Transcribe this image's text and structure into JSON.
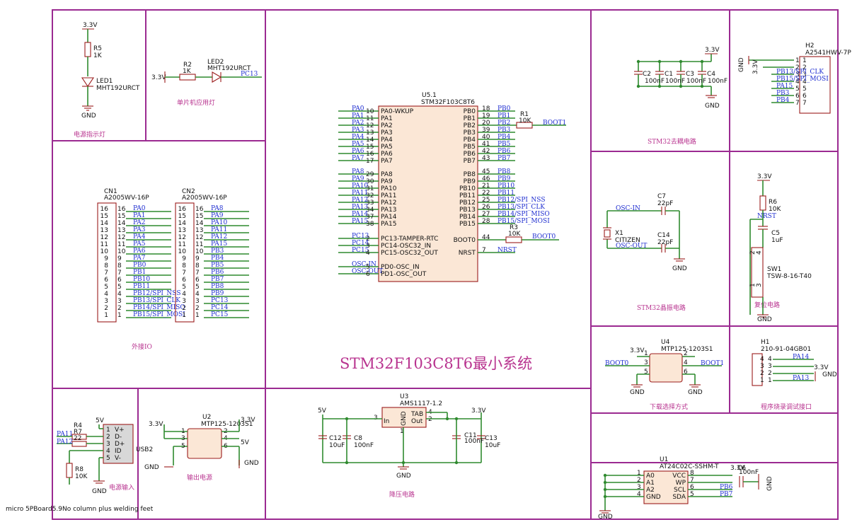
{
  "main_title": "STM32F103C8T6最小系统",
  "footnote": "micro 5PBoard5.9No column plus welding feet",
  "sections": {
    "power_led": "电源指示灯",
    "mcu_led": "单片机应用灯",
    "io": "外接IO",
    "decoupling": "STM32去耦电路",
    "crystal": "STM32晶振电路",
    "reset": "复位电路",
    "boot": "下载选择方式",
    "swd": "程序烧录调试接口",
    "power_in": "电源输入",
    "out_power": "输出电源",
    "ldo": "降压电路"
  },
  "components": {
    "r5": {
      "ref": "R5",
      "value": "1K"
    },
    "led1": {
      "ref": "LED1",
      "value": "MHT192URCT"
    },
    "r2": {
      "ref": "R2",
      "value": "1K"
    },
    "led2": {
      "ref": "LED2",
      "value": "MHT192URCT"
    },
    "u5": {
      "ref": "U5.1",
      "value": "STM32F103C8T6"
    },
    "r1": {
      "ref": "R1",
      "value": "10K"
    },
    "r3": {
      "ref": "R3",
      "value": "10K"
    },
    "cn1": {
      "ref": "CN1",
      "value": "A2005WV-16P"
    },
    "cn2": {
      "ref": "CN2",
      "value": "A2005WV-16P"
    },
    "c2": {
      "ref": "C2",
      "value": "100nF"
    },
    "c1": {
      "ref": "C1",
      "value": "100nF"
    },
    "c3": {
      "ref": "C3",
      "value": "100nF"
    },
    "c4": {
      "ref": "C4",
      "value": "100nF"
    },
    "h2": {
      "ref": "H2",
      "value": "A2541HWV-7P"
    },
    "c7": {
      "ref": "C7",
      "value": "22pF"
    },
    "c14": {
      "ref": "C14",
      "value": "22pF"
    },
    "x1": {
      "ref": "X1",
      "value": "CITIZEN"
    },
    "r6": {
      "ref": "R6",
      "value": "10K"
    },
    "c5": {
      "ref": "C5",
      "value": "1uF"
    },
    "sw1": {
      "ref": "SW1",
      "value": "TSW-8-16-T40"
    },
    "u4": {
      "ref": "U4",
      "value": "MTP125-1203S1"
    },
    "h1": {
      "ref": "H1",
      "value": "210-91-04GB01"
    },
    "u3": {
      "ref": "U3",
      "value": "AMS1117-1.2"
    },
    "c12": {
      "ref": "C12",
      "value": "10uF"
    },
    "c8": {
      "ref": "C8",
      "value": "100nF"
    },
    "c11": {
      "ref": "C11",
      "value": "100nF"
    },
    "c13": {
      "ref": "C13",
      "value": "10uF"
    },
    "r4": {
      "ref": "R4",
      "value": "R7"
    },
    "r7v": {
      "ref": "22",
      "value": "22"
    },
    "r8": {
      "ref": "R8",
      "value": "10K"
    },
    "usb2": {
      "ref": "USB2",
      "value": ""
    },
    "u2": {
      "ref": "U2",
      "value": "MTP125-1203S1"
    },
    "u1": {
      "ref": "U1",
      "value": "AT24C02C-SSHM-T"
    },
    "c6": {
      "ref": "C6",
      "value": "100nF"
    }
  },
  "nets": {
    "v33": "3.3V",
    "v5": "5V",
    "gnd": "GND",
    "pc13": "PC13",
    "boot0": "BOOT0",
    "boot1": "BOOT1",
    "nrst": "NRST",
    "osc_in": "OSC-IN",
    "osc_out": "OSC-OUT",
    "pa11": "PA11",
    "pa12": "PA12",
    "pb6": "PB6",
    "pb7": "PB7",
    "pa13": "PA13",
    "pa14": "PA14"
  },
  "mcu_left": [
    {
      "net": "PA0",
      "pin": "10",
      "name": "PA0-WKUP"
    },
    {
      "net": "PA1",
      "pin": "11",
      "name": "PA1"
    },
    {
      "net": "PA2",
      "pin": "12",
      "name": "PA2"
    },
    {
      "net": "PA3",
      "pin": "13",
      "name": "PA3"
    },
    {
      "net": "PA4",
      "pin": "14",
      "name": "PA4"
    },
    {
      "net": "PA5",
      "pin": "15",
      "name": "PA5"
    },
    {
      "net": "PA6",
      "pin": "16",
      "name": "PA6"
    },
    {
      "net": "PA7",
      "pin": "17",
      "name": "PA7"
    },
    {
      "net": "PA8",
      "pin": "29",
      "name": "PA8"
    },
    {
      "net": "PA9",
      "pin": "30",
      "name": "PA9"
    },
    {
      "net": "PA10",
      "pin": "31",
      "name": "PA10"
    },
    {
      "net": "PA11",
      "pin": "32",
      "name": "PA11"
    },
    {
      "net": "PA12",
      "pin": "33",
      "name": "PA12"
    },
    {
      "net": "PA13",
      "pin": "34",
      "name": "PA13"
    },
    {
      "net": "PA14",
      "pin": "37",
      "name": "PA14"
    },
    {
      "net": "PA15",
      "pin": "38",
      "name": "PA15"
    },
    {
      "net": "PC13",
      "pin": "2",
      "name": "PC13-TAMPER-RTC"
    },
    {
      "net": "PC14",
      "pin": "3",
      "name": "PC14-OSC32_IN"
    },
    {
      "net": "PC15",
      "pin": "4",
      "name": "PC15-OSC32_OUT"
    },
    {
      "net": "OSC-IN",
      "pin": "5",
      "name": "PD0-OSC_IN"
    },
    {
      "net": "OSC-OUT",
      "pin": "6",
      "name": "PD1-OSC_OUT"
    }
  ],
  "mcu_right": [
    {
      "net": "PB0",
      "pin": "18",
      "name": "PB0"
    },
    {
      "net": "PB1",
      "pin": "19",
      "name": "PB1"
    },
    {
      "net": "PB2",
      "pin": "20",
      "name": "PB2"
    },
    {
      "net": "PB3",
      "pin": "39",
      "name": "PB3"
    },
    {
      "net": "PB4",
      "pin": "40",
      "name": "PB4"
    },
    {
      "net": "PB5",
      "pin": "41",
      "name": "PB5"
    },
    {
      "net": "PB6",
      "pin": "42",
      "name": "PB6"
    },
    {
      "net": "PB7",
      "pin": "43",
      "name": "PB7"
    },
    {
      "net": "PB8",
      "pin": "45",
      "name": "PB8"
    },
    {
      "net": "PB9",
      "pin": "46",
      "name": "PB9"
    },
    {
      "net": "PB10",
      "pin": "21",
      "name": "PB10"
    },
    {
      "net": "PB11",
      "pin": "22",
      "name": "PB11"
    },
    {
      "net": "PB12/SPI_NSS",
      "pin": "25",
      "name": "PB12"
    },
    {
      "net": "PB13/SPI_CLK",
      "pin": "26",
      "name": "PB13"
    },
    {
      "net": "PB14/SPI_MISO",
      "pin": "27",
      "name": "PB14"
    },
    {
      "net": "PB15/SPI_MOSI",
      "pin": "28",
      "name": "PB15"
    },
    {
      "net": "BOOT0",
      "pin": "44",
      "name": "BOOT0"
    },
    {
      "net": "NRST",
      "pin": "7",
      "name": "NRST"
    }
  ],
  "cn1_pins": [
    {
      "pin": "16",
      "net": "PA0"
    },
    {
      "pin": "15",
      "net": "PA1"
    },
    {
      "pin": "14",
      "net": "PA2"
    },
    {
      "pin": "13",
      "net": "PA3"
    },
    {
      "pin": "12",
      "net": "PA4"
    },
    {
      "pin": "11",
      "net": "PA5"
    },
    {
      "pin": "10",
      "net": "PA6"
    },
    {
      "pin": "9",
      "net": "PA7"
    },
    {
      "pin": "8",
      "net": "PB0"
    },
    {
      "pin": "7",
      "net": "PB1"
    },
    {
      "pin": "6",
      "net": "PB10"
    },
    {
      "pin": "5",
      "net": "PB11"
    },
    {
      "pin": "4",
      "net": "PB12/SPI_NSS"
    },
    {
      "pin": "3",
      "net": "PB13/SPI_CLK"
    },
    {
      "pin": "2",
      "net": "PB14/SPI_MISO"
    },
    {
      "pin": "1",
      "net": "PB15/SPI_MOSI"
    }
  ],
  "cn2_pins": [
    {
      "pin": "16",
      "net": "PA8"
    },
    {
      "pin": "15",
      "net": "PA9"
    },
    {
      "pin": "14",
      "net": "PA10"
    },
    {
      "pin": "13",
      "net": "PA11"
    },
    {
      "pin": "12",
      "net": "PA12"
    },
    {
      "pin": "11",
      "net": "PA15"
    },
    {
      "pin": "10",
      "net": "PB3"
    },
    {
      "pin": "9",
      "net": "PB4"
    },
    {
      "pin": "8",
      "net": "PB5"
    },
    {
      "pin": "7",
      "net": "PB6"
    },
    {
      "pin": "6",
      "net": "PB7"
    },
    {
      "pin": "5",
      "net": "PB8"
    },
    {
      "pin": "4",
      "net": "PB9"
    },
    {
      "pin": "3",
      "net": "PC13"
    },
    {
      "pin": "2",
      "net": "PC14"
    },
    {
      "pin": "1",
      "net": "PC15"
    }
  ],
  "h2_pins": [
    {
      "pin": "1",
      "net": ""
    },
    {
      "pin": "2",
      "net": ""
    },
    {
      "pin": "3",
      "net": "PB13/SPI_CLK"
    },
    {
      "pin": "4",
      "net": "PB15/SPI_MOSI"
    },
    {
      "pin": "5",
      "net": "PA15"
    },
    {
      "pin": "6",
      "net": "PB3"
    },
    {
      "pin": "7",
      "net": "PB4"
    }
  ],
  "usb_pins": [
    {
      "pin": "1",
      "name": "V+"
    },
    {
      "pin": "2",
      "name": "D-"
    },
    {
      "pin": "3",
      "name": "D+"
    },
    {
      "pin": "4",
      "name": "ID"
    },
    {
      "pin": "5",
      "name": "V-"
    }
  ],
  "u1_left": [
    {
      "pin": "1",
      "name": "A0"
    },
    {
      "pin": "2",
      "name": "A1"
    },
    {
      "pin": "3",
      "name": "A2"
    },
    {
      "pin": "4",
      "name": "GND"
    }
  ],
  "u1_right": [
    {
      "pin": "8",
      "name": "VCC"
    },
    {
      "pin": "7",
      "name": "WP"
    },
    {
      "pin": "6",
      "name": "SCL"
    },
    {
      "pin": "5",
      "name": "SDA"
    }
  ],
  "u3_pins": {
    "in_name": "In",
    "in_pin": "3",
    "gnd_name": "GND",
    "gnd_pin": "1",
    "tab_name": "TAB",
    "tab_pin": "4",
    "out_name": "Out",
    "out_pin": "2"
  },
  "h1_pins": [
    {
      "pin": "4",
      "net": "PA14"
    },
    {
      "pin": "3",
      "net": ""
    },
    {
      "pin": "2",
      "net": ""
    },
    {
      "pin": "1",
      "net": "PA13"
    }
  ],
  "pin_numbers": {
    "one": "1",
    "two": "2",
    "three": "3",
    "four": "4",
    "five": "5",
    "six": "6"
  }
}
